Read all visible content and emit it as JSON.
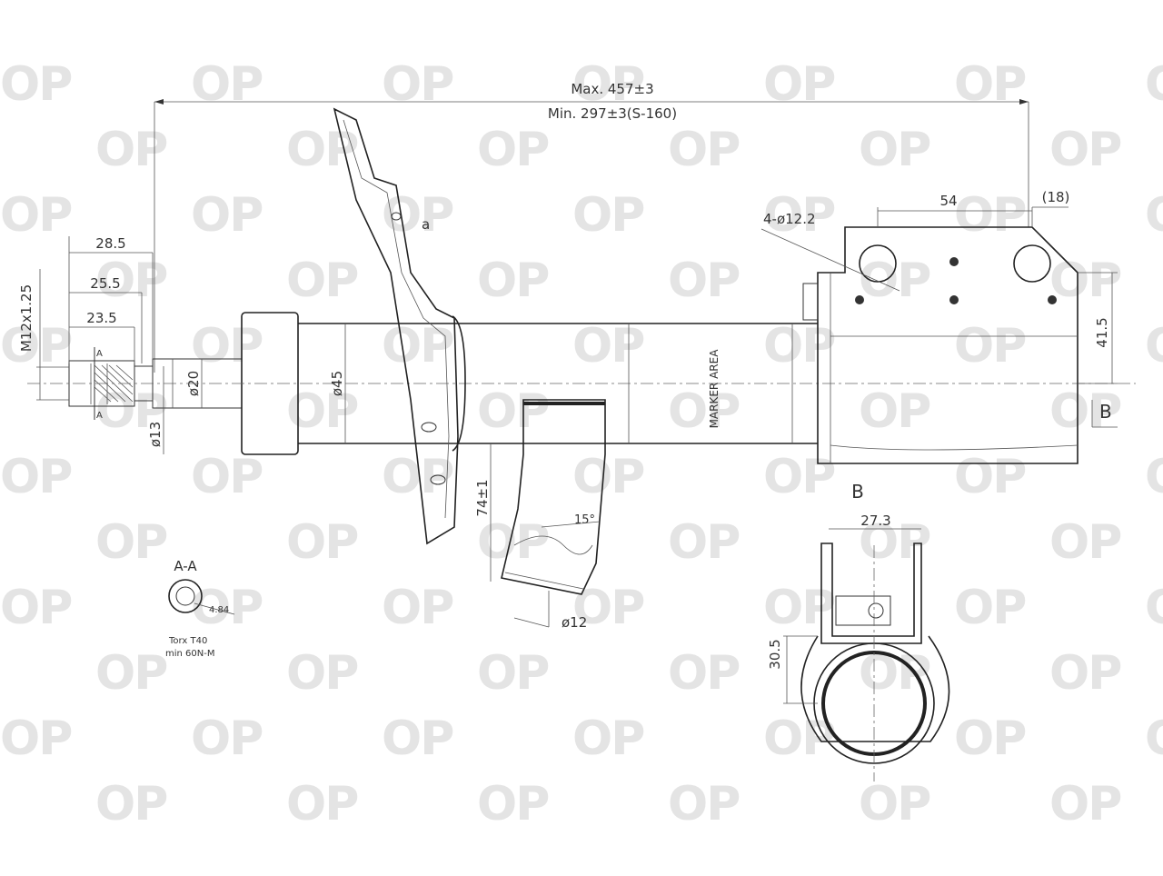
{
  "brand": {
    "watermark": "OP",
    "watermark_color": "#e4e4e4",
    "line_color": "#333333"
  },
  "dimensions": {
    "max_length": "Max. 457±3",
    "min_length": "Min. 297±3(S-160)",
    "thread": "M12x1.25",
    "d_28_5": "28.5",
    "d_25_5": "25.5",
    "d_23_5": "23.5",
    "dia_20": "ø20",
    "dia_13": "ø13",
    "dia_45": "ø45",
    "marker_area": "MARKER AREA",
    "holes": "4-ø12.2",
    "d_54": "54",
    "d_18": "(18)",
    "d_41_5": "41.5",
    "view_b": "B",
    "d_74": "74±1",
    "angle_15": "15°",
    "dia_12": "ø12",
    "d_27_3": "27.3",
    "d_30_5": "30.5",
    "bracket_a": "a"
  },
  "section_aa": {
    "title": "A-A",
    "size": "4.84",
    "torx": "Torx T40",
    "torque": "min 60N-M"
  },
  "section_markers": {
    "a": "A"
  }
}
